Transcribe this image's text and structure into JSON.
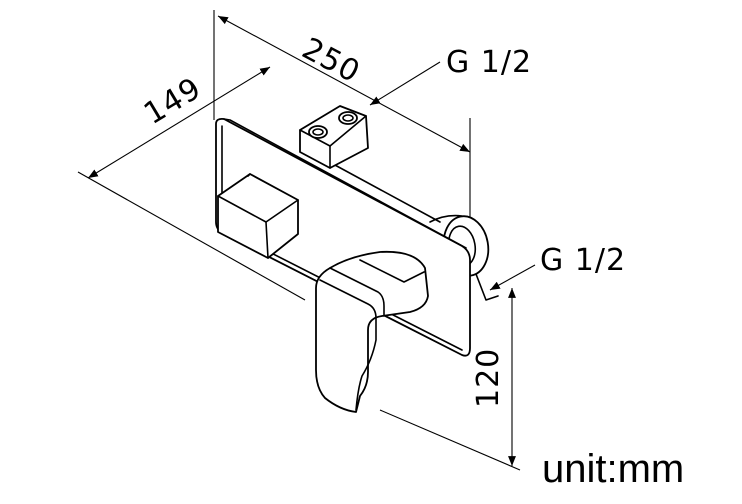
{
  "dimensions": {
    "width": "250",
    "depth": "149",
    "height": "120",
    "thread_top": "G 1/2",
    "thread_side": "G 1/2"
  },
  "unit_label": "unit:mm"
}
